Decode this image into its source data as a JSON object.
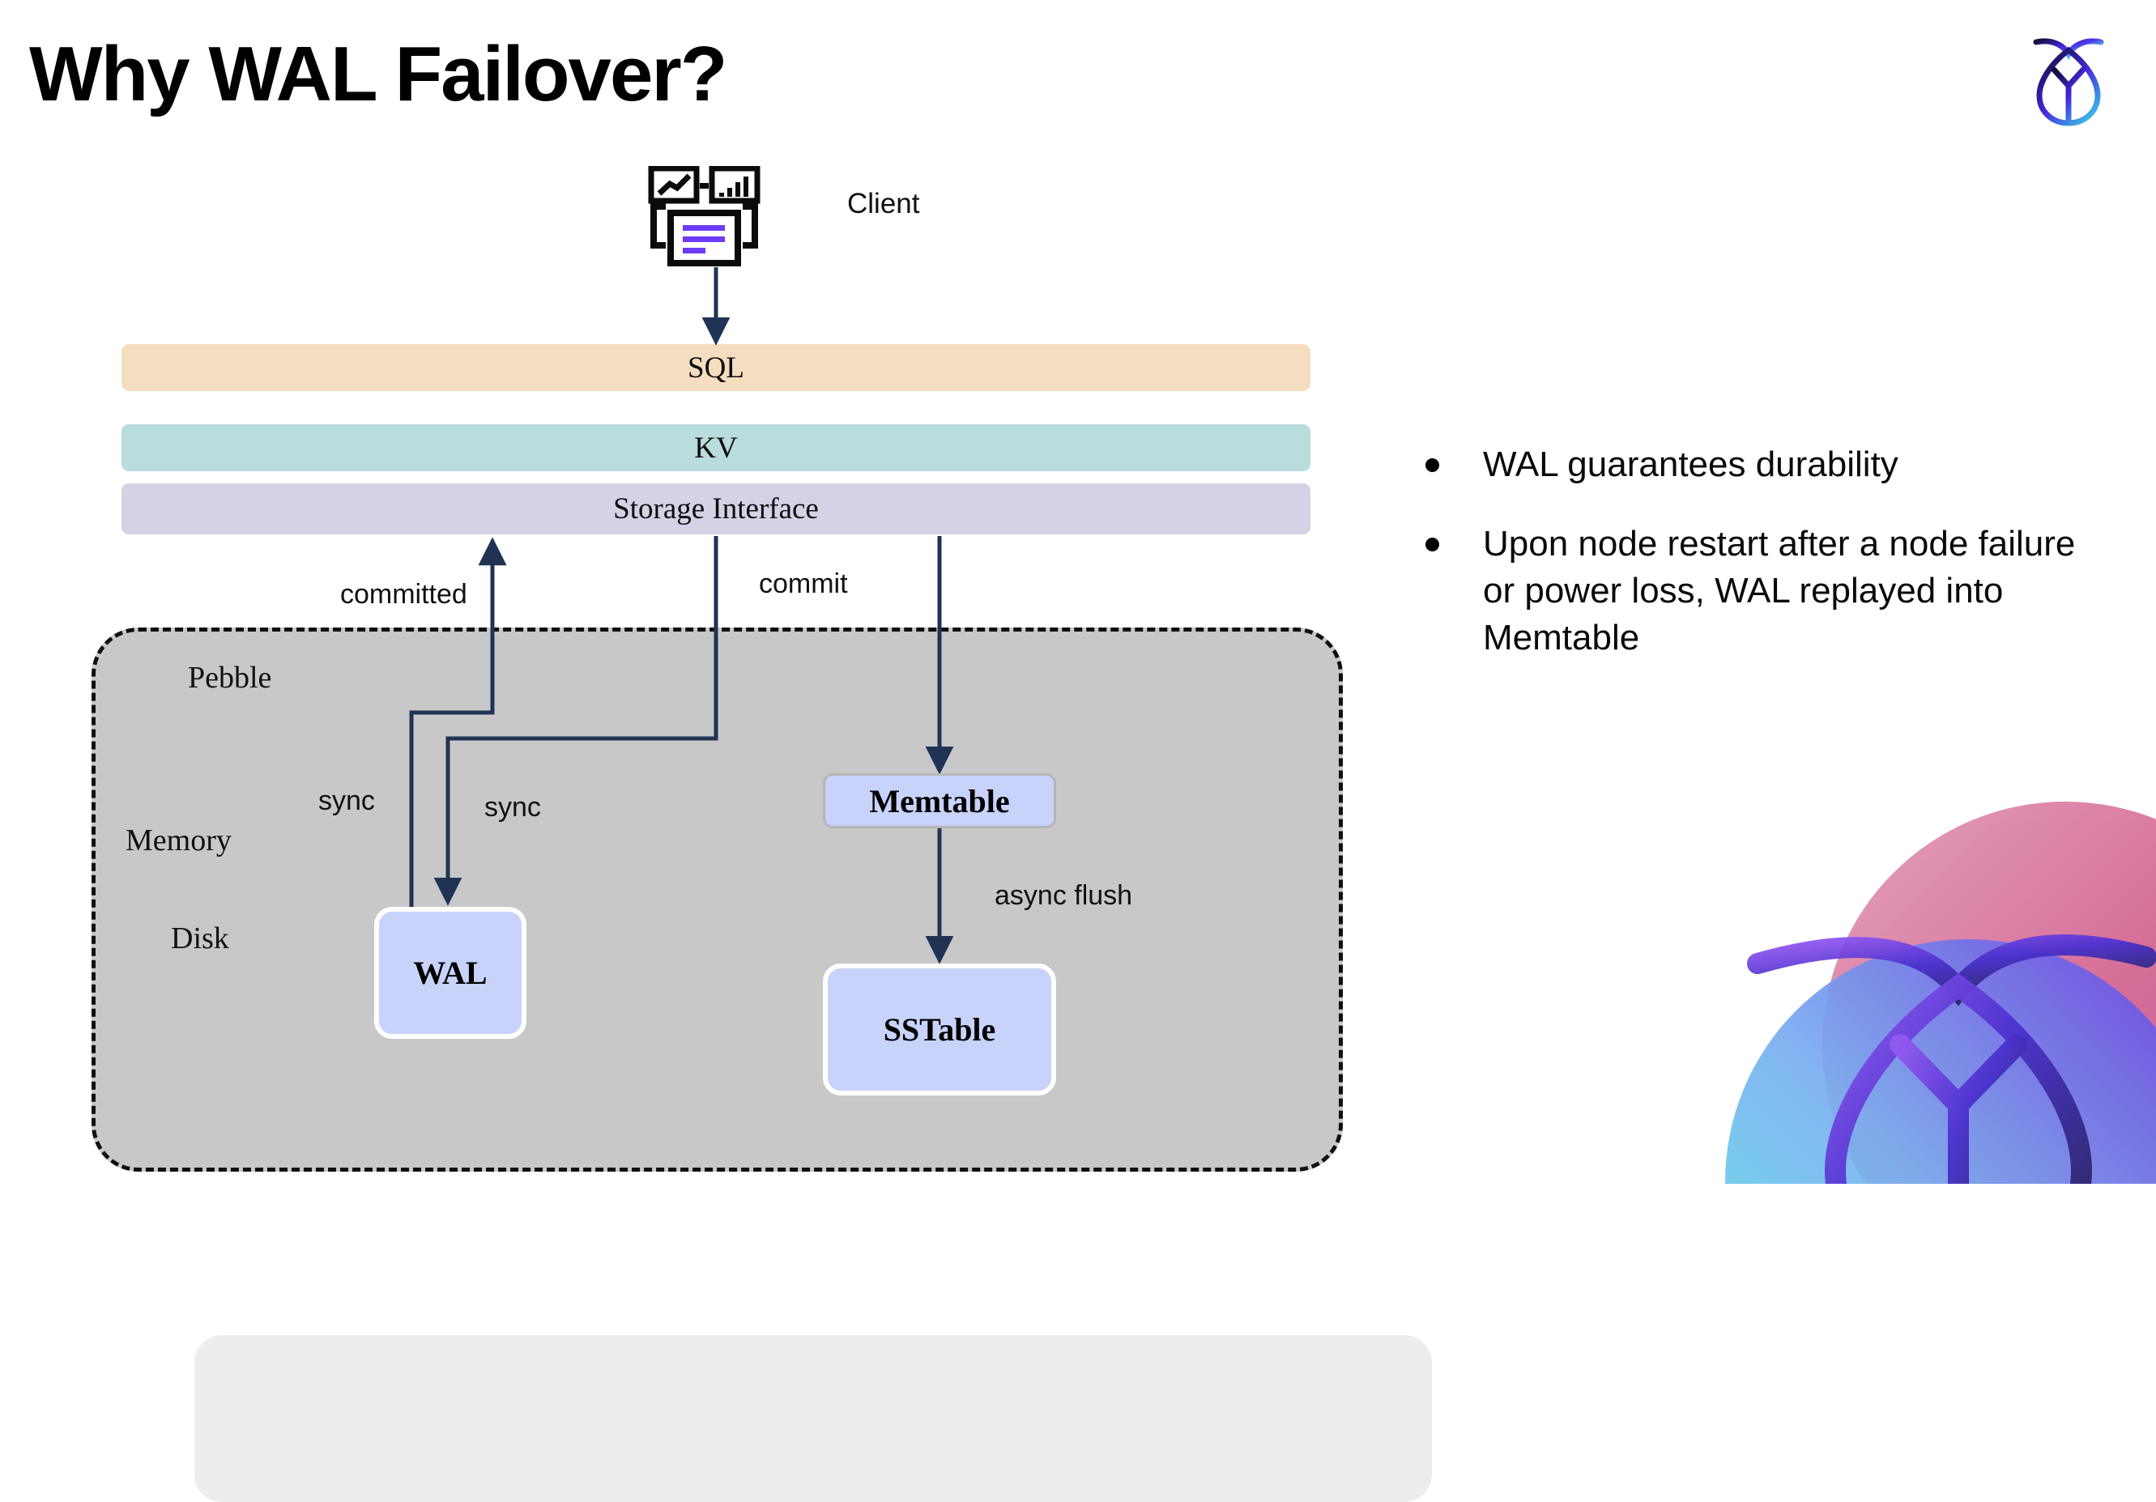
{
  "slide": {
    "title": "Why WAL Failover?"
  },
  "brand": {
    "logo_name": "cockroachdb-logo",
    "logo_gradient_start": "#1B1B4B",
    "logo_gradient_mid": "#4B2FD6",
    "logo_gradient_end": "#49E0E8"
  },
  "decor": {
    "circle_pink": "#D4608F",
    "circle_magenta": "#C0549B",
    "circle_cyan": "#4FE4E4",
    "circle_blue": "#5B8BEF",
    "circle_purple": "#6A3BE0"
  },
  "diagram": {
    "client": {
      "label": "Client",
      "icon_name": "client-dashboard-icon",
      "accent_color": "#6C3BF4"
    },
    "layers": [
      {
        "id": "sql",
        "label": "SQL",
        "color": "#F5DEC0"
      },
      {
        "id": "kv",
        "label": "KV",
        "color": "#B9DCDD"
      },
      {
        "id": "storage",
        "label": "Storage Interface",
        "color": "#D6D1E5"
      }
    ],
    "engine": {
      "label": "Pebble",
      "memory_label": "Memory",
      "disk_label": "Disk",
      "container_color": "#C8C8C8",
      "memory_color": "#EDEDED"
    },
    "nodes": [
      {
        "id": "memtable",
        "label": "Memtable",
        "color": "#C7D3FB"
      },
      {
        "id": "wal",
        "label": "WAL",
        "color": "#C7D3FB"
      },
      {
        "id": "sstable",
        "label": "SSTable",
        "color": "#C7D3FB"
      }
    ],
    "connectors": {
      "arrow_color": "#1F3354",
      "committed": "committed",
      "commit": "commit",
      "sync_a": "sync",
      "sync_b": "sync",
      "async_flush": "async flush"
    }
  },
  "bullets": [
    "WAL guarantees durability",
    "Upon node restart after a node failure or power loss, WAL replayed into Memtable"
  ]
}
